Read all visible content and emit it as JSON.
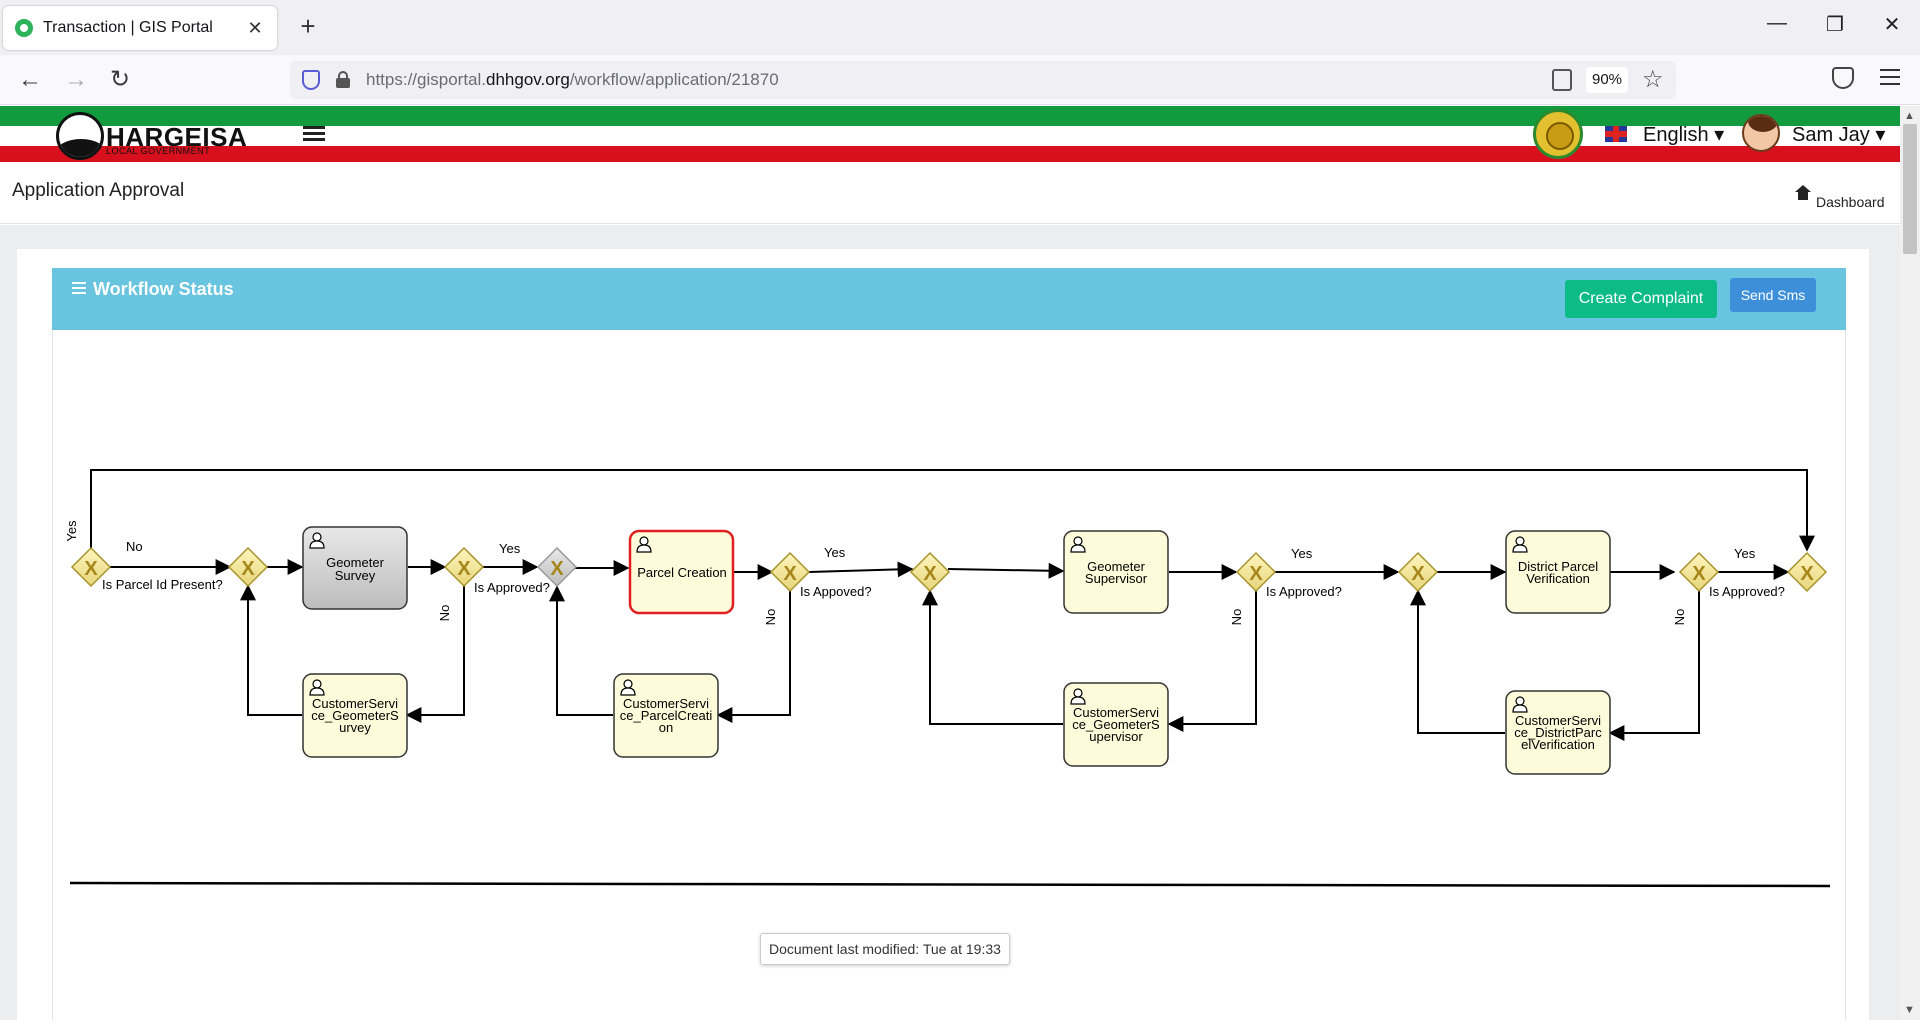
{
  "browser": {
    "tab_title": "Transaction | GIS Portal",
    "tab_close": "✕",
    "new_tab": "+",
    "url_prefix": "https://gisportal.",
    "url_host": "dhhgov.org",
    "url_path": "/workflow/application/21870",
    "zoom": "90%",
    "window_minimize": "—",
    "window_restore": "❐",
    "window_close": "✕",
    "back": "←",
    "forward": "→",
    "reload": "↻",
    "bookmark": "☆"
  },
  "header": {
    "brand": "HARGEISA",
    "brand_sub": "LOCAL GOVERNMENT",
    "language": "English ▾",
    "user": "Sam Jay ▾"
  },
  "page": {
    "title": "Application Approval",
    "breadcrumb": "Dashboard"
  },
  "workflow": {
    "title": "Workflow Status",
    "create_complaint": "Create Complaint",
    "send_sms": "Send Sms",
    "tasks": {
      "t1": [
        "Geometer",
        "Survey"
      ],
      "t2": [
        "Parcel Creation"
      ],
      "t3": [
        "Geometer",
        "Supervisor"
      ],
      "t4": [
        "District Parcel",
        "Verification"
      ],
      "c1": [
        "CustomerServi",
        "ce_GeometerS",
        "urvey"
      ],
      "c2": [
        "CustomerServi",
        "ce_ParcelCreati",
        "on"
      ],
      "c3": [
        "CustomerServi",
        "ce_GeometerS",
        "upervisor"
      ],
      "c4": [
        "CustomerServi",
        "ce_DistrictParc",
        "elVerification"
      ]
    },
    "labels": {
      "yes": "Yes",
      "no": "No",
      "is_parcel_id_present": "Is Parcel Id Present?",
      "is_approved": "Is Approved?",
      "is_appoved": "Is Appoved?"
    },
    "gateway_mark": "X"
  },
  "tooltip": {
    "text": "Document last modified: Tue at 19:33"
  },
  "scroll": {
    "up": "▲",
    "down": "▼"
  }
}
